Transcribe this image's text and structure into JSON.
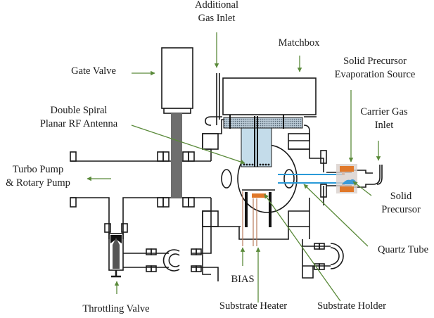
{
  "diagram": {
    "title": "ICP-CVD reactor schematic",
    "colors": {
      "outline": "#1a1a1a",
      "arrow": "#5a8a3a",
      "quartz": "#c4dcea",
      "beam": "#2a9ad8",
      "heater": "#e0782a",
      "wire": "#b87a5a",
      "gate_stem": "#6e6e6e",
      "precursor": "#3a9ad8"
    },
    "labels": {
      "additional_gas_inlet_1": "Additional",
      "additional_gas_inlet_2": "Gas Inlet",
      "matchbox": "Matchbox",
      "solid_precursor_source_1": "Solid Precursor",
      "solid_precursor_source_2": "Evaporation Source",
      "gate_valve": "Gate Valve",
      "antenna_1": "Double Spiral",
      "antenna_2": "Planar RF Antenna",
      "carrier_gas_1": "Carrier Gas",
      "carrier_gas_2": "Inlet",
      "pump_1": "Turbo Pump",
      "pump_2": "& Rotary Pump",
      "solid_precursor_1": "Solid",
      "solid_precursor_2": "Precursor",
      "quartz_tube": "Quartz Tube",
      "bias": "BIAS",
      "throttling_valve": "Throttling Valve",
      "substrate_heater": "Substrate Heater",
      "substrate_holder": "Substrate Holder"
    }
  }
}
